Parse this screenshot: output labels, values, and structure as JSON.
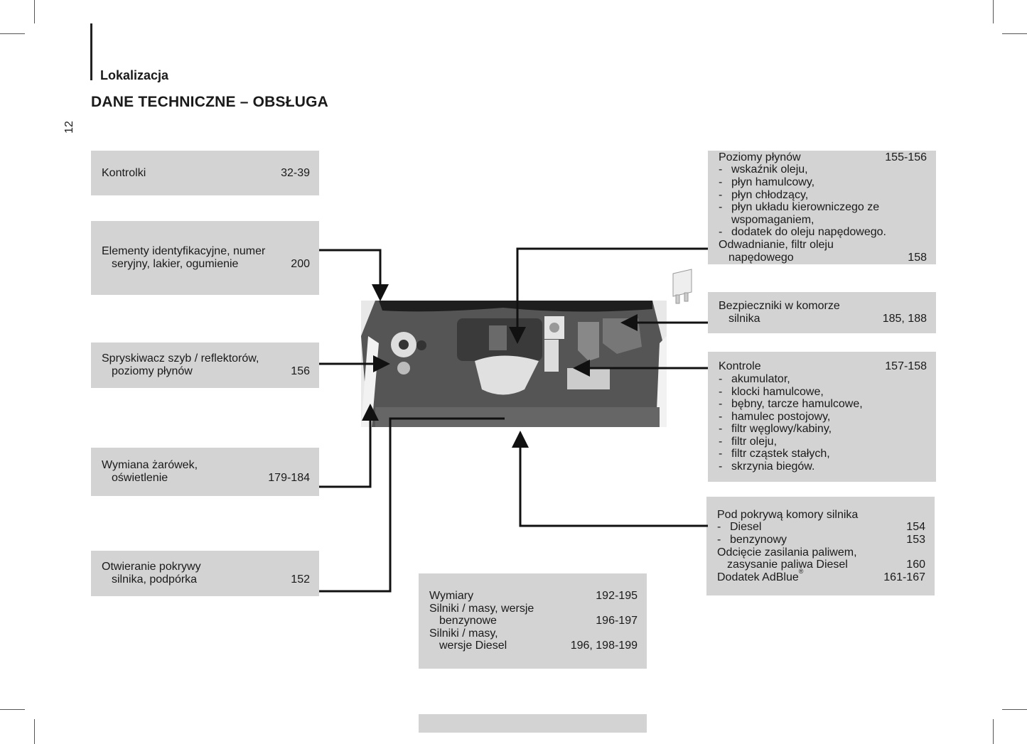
{
  "header": {
    "section": "Lokalizacja",
    "title": "DANE TECHNICZNE – OBSŁUGA",
    "page_number": "12"
  },
  "boxes": [
    {
      "id": "kontrolki",
      "lines": [
        {
          "text": "Kontrolki",
          "page": "32-39"
        }
      ]
    },
    {
      "id": "elementy",
      "lines": [
        {
          "text": "Elementy identyfikacyjne, numer"
        },
        {
          "text": "seryjny, lakier, ogumienie",
          "page": "200",
          "indent": true
        }
      ]
    },
    {
      "id": "spryskiwacz",
      "lines": [
        {
          "text": "Spryskiwacz szyb / reflektorów,"
        },
        {
          "text": "poziomy płynów",
          "page": "156",
          "indent": true
        }
      ]
    },
    {
      "id": "wymiana",
      "lines": [
        {
          "text": "Wymiana żarówek,"
        },
        {
          "text": "oświetlenie",
          "page": "179-184",
          "indent": true
        }
      ]
    },
    {
      "id": "otwieranie",
      "lines": [
        {
          "text": "Otwieranie pokrywy"
        },
        {
          "text": "silnika, podpórka",
          "page": "152",
          "indent": true
        }
      ]
    },
    {
      "id": "wymiary",
      "lines": [
        {
          "text": "Wymiary",
          "page": "192-195"
        },
        {
          "text": "Silniki / masy, wersje"
        },
        {
          "text": "benzynowe",
          "page": "196-197",
          "indent": true
        },
        {
          "text": "Silniki / masy,"
        },
        {
          "text": "wersje Diesel",
          "page": "196, 198-199",
          "indent": true
        }
      ]
    },
    {
      "id": "bottom",
      "lines": []
    },
    {
      "id": "poziomy",
      "lines": [
        {
          "text": "Poziomy płynów",
          "page": "155-156"
        },
        {
          "text": "wskaźnik oleju,",
          "dash": "-"
        },
        {
          "text": "płyn hamulcowy,",
          "dash": "-"
        },
        {
          "text": "płyn chłodzący,",
          "dash": "-"
        },
        {
          "text": "płyn układu kierowniczego ze",
          "dash": "-"
        },
        {
          "text": "wspomaganiem,",
          "cont": true
        },
        {
          "text": "dodatek do oleju napędowego.",
          "dash": "-"
        },
        {
          "text": "Odwadnianie, filtr oleju"
        },
        {
          "text": "napędowego",
          "page": "158",
          "indent": true
        }
      ]
    },
    {
      "id": "bezpieczniki",
      "lines": [
        {
          "text": "Bezpieczniki w komorze"
        },
        {
          "text": "silnika",
          "page": "185, 188",
          "indent": true
        }
      ]
    },
    {
      "id": "kontrole",
      "lines": [
        {
          "text": "Kontrole",
          "page": "157-158"
        },
        {
          "text": "akumulator,",
          "dash": "-"
        },
        {
          "text": "klocki hamulcowe,",
          "dash": "-"
        },
        {
          "text": "bębny, tarcze hamulcowe,",
          "dash": "-"
        },
        {
          "text": "hamulec postojowy,",
          "dash": "-"
        },
        {
          "text": "filtr węglowy/kabiny,",
          "dash": "-"
        },
        {
          "text": "filtr oleju,",
          "dash": "-"
        },
        {
          "text": "filtr cząstek stałych,",
          "dash": "-"
        },
        {
          "text": "skrzynia biegów.",
          "dash": "-"
        }
      ]
    },
    {
      "id": "pod-pokrywa",
      "lines": [
        {
          "text": "Pod pokrywą komory silnika"
        },
        {
          "text": "Diesel",
          "page": "154",
          "dash": "-"
        },
        {
          "text": "benzynowy",
          "page": "153",
          "dash": "-"
        },
        {
          "text": "Odcięcie zasilania paliwem,"
        },
        {
          "text": "zasysanie paliwa Diesel",
          "page": "160",
          "indent": true
        },
        {
          "text": "Dodatek AdBlue",
          "sup": "®",
          "page": "161-167"
        }
      ]
    }
  ]
}
